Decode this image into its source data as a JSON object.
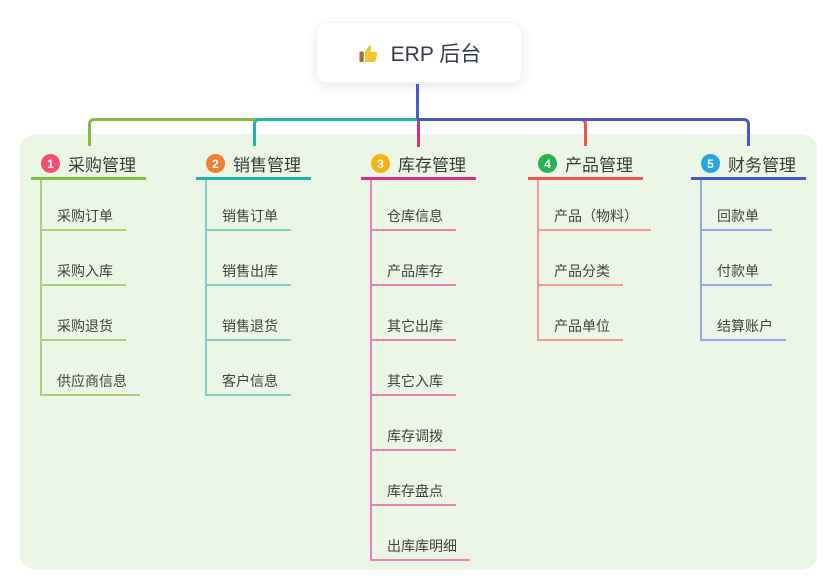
{
  "root": {
    "label": "ERP 后台",
    "icon": "thumbs-up-icon"
  },
  "canvas": {
    "background": "#ffffff",
    "panel_color": "#ebf6e6",
    "trunk_color": "#4a5dc8"
  },
  "branches": [
    {
      "index": "1",
      "label": "采购管理",
      "badge_color": "#f4506c",
      "line_color": "#82bc40",
      "child_line_color": "#a8d178",
      "children": [
        "采购订单",
        "采购入库",
        "采购退货",
        "供应商信息"
      ]
    },
    {
      "index": "2",
      "label": "销售管理",
      "badge_color": "#f57d31",
      "line_color": "#1fb5ac",
      "child_line_color": "#82cfc9",
      "children": [
        "销售订单",
        "销售出库",
        "销售退货",
        "客户信息"
      ]
    },
    {
      "index": "3",
      "label": "库存管理",
      "badge_color": "#f9b115",
      "line_color": "#d62f84",
      "child_line_color": "#ee7fb4",
      "children": [
        "仓库信息",
        "产品库存",
        "其它出库",
        "其它入库",
        "库存调拨",
        "库存盘点",
        "出库库明细"
      ]
    },
    {
      "index": "4",
      "label": "产品管理",
      "badge_color": "#2ab156",
      "line_color": "#f0544f",
      "child_line_color": "#f59a94",
      "children": [
        "产品（物料）",
        "产品分类",
        "产品单位"
      ]
    },
    {
      "index": "5",
      "label": "财务管理",
      "badge_color": "#29a5de",
      "line_color": "#4459c6",
      "child_line_color": "#97a7e2",
      "children": [
        "回款单",
        "付款单",
        "结算账户"
      ]
    }
  ]
}
